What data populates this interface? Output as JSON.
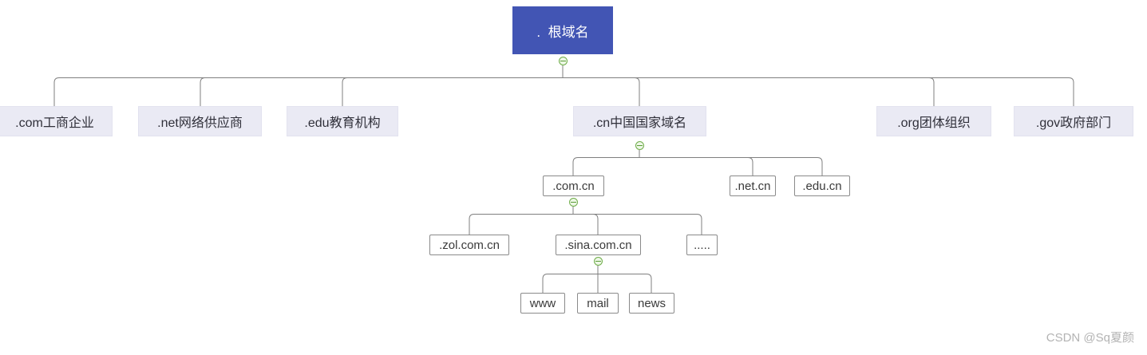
{
  "diagram": {
    "title_hint": "DNS domain name hierarchy tree",
    "root": {
      "label": ".  根域名"
    },
    "tlds": [
      {
        "label": ".com工商企业"
      },
      {
        "label": ".net网络供应商"
      },
      {
        "label": ".edu教育机构"
      },
      {
        "label": ".cn中国国家域名"
      },
      {
        "label": ".org团体组织"
      },
      {
        "label": ".gov政府部门"
      }
    ],
    "cn_children": [
      {
        "label": ".com.cn"
      },
      {
        "label": ".net.cn"
      },
      {
        "label": ".edu.cn"
      }
    ],
    "comcn_children": [
      {
        "label": ".zol.com.cn"
      },
      {
        "label": ".sina.com.cn"
      },
      {
        "label": "....."
      }
    ],
    "sina_children": [
      {
        "label": "www"
      },
      {
        "label": "mail"
      },
      {
        "label": "news"
      }
    ],
    "colors": {
      "root_bg": "#4255b4",
      "root_text": "#ffffff",
      "tld_bg": "#eaeaf4",
      "node_border": "#8a8a8a",
      "connector": "#7f7f7f",
      "toggle_green": "#6fad49"
    }
  },
  "watermark": {
    "text": "CSDN @Sq夏颜"
  }
}
